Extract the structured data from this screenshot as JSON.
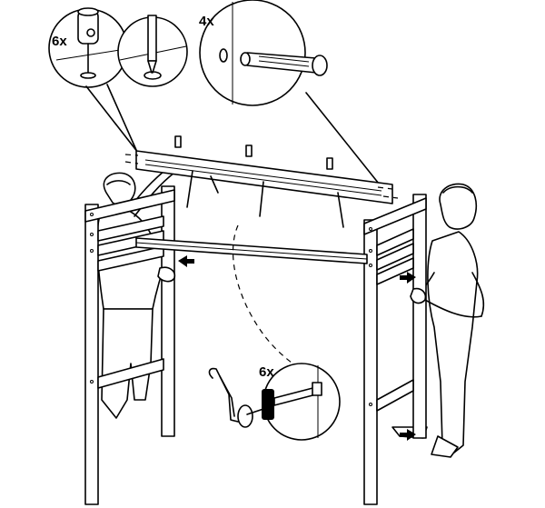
{
  "callouts": {
    "cam_lock_count": "6x",
    "dowel_count": "4x",
    "bolt_count": "6x"
  },
  "icons": [
    "cam-lock-icon",
    "screwdriver-icon",
    "wooden-dowel-icon",
    "allen-key-icon",
    "bolt-icon",
    "arrow-icon"
  ]
}
